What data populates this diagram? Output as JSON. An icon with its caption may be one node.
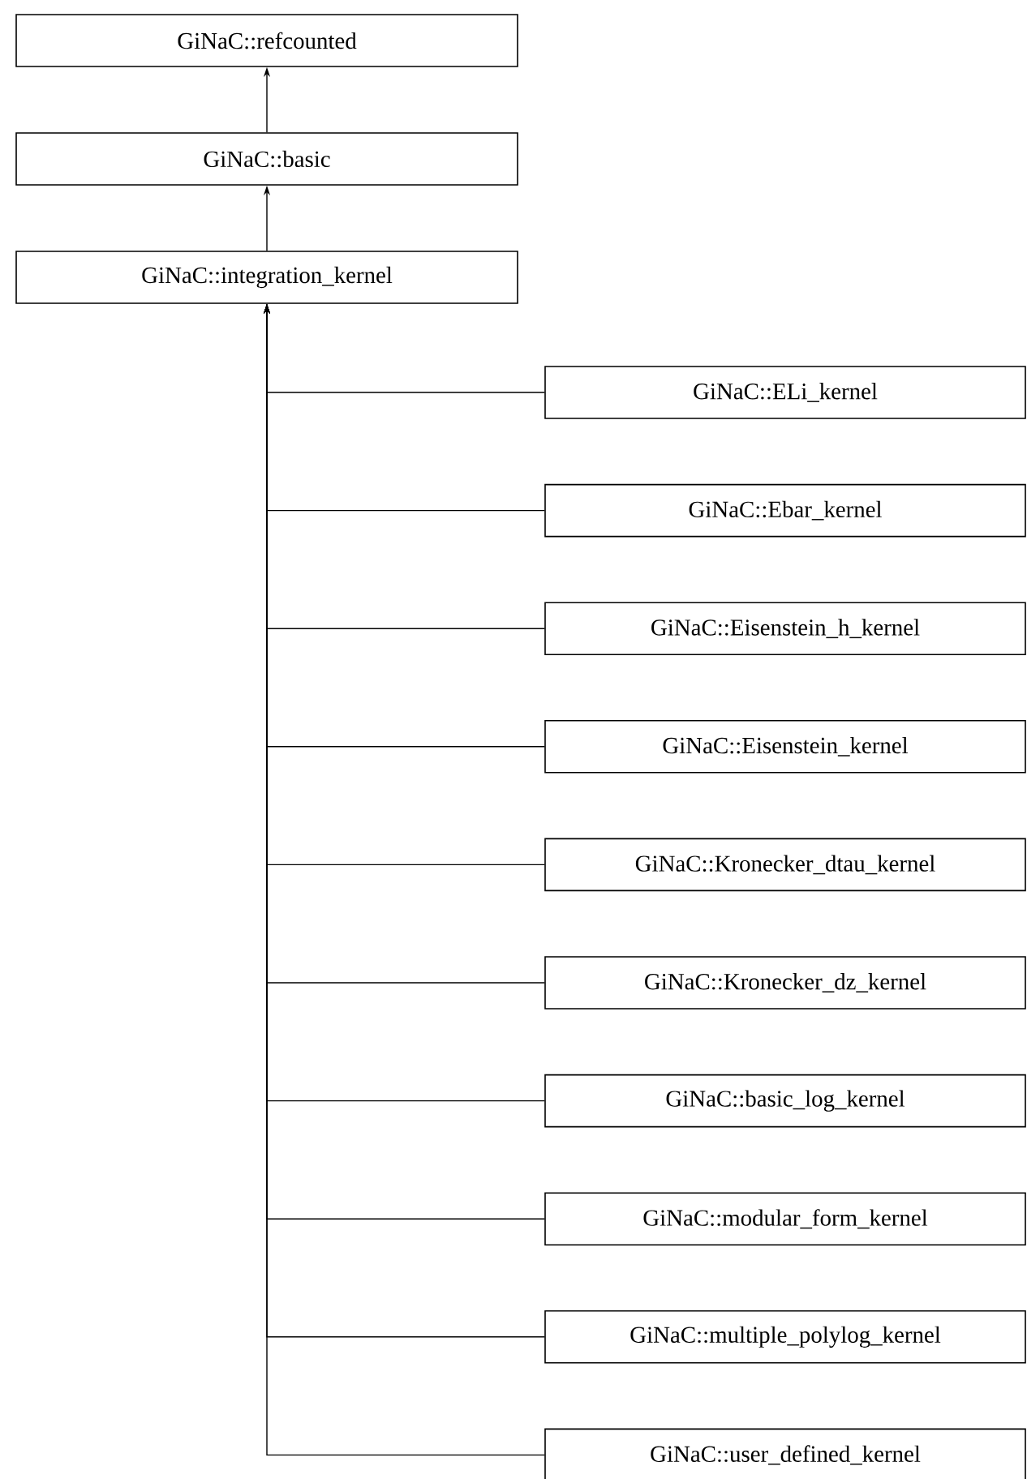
{
  "diagram": {
    "nodes": [
      {
        "text": [
          "GiNaC::refcounted"
        ]
      },
      {
        "text": [
          "GiNaC::basic"
        ]
      },
      {
        "text": [
          "GiNaC::integration_kernel"
        ]
      },
      {
        "text": [
          "GiNaC::ELi_kernel"
        ]
      },
      {
        "text": [
          "GiNaC::Ebar_kernel"
        ]
      },
      {
        "text": [
          "GiNaC::Eisenstein_h_kernel"
        ]
      },
      {
        "text": [
          "GiNaC::Eisenstein_kernel"
        ]
      },
      {
        "text": [
          "GiNaC::Kronecker_dtau_kernel"
        ]
      },
      {
        "text": [
          "GiNaC::Kronecker_dz_kernel"
        ]
      },
      {
        "text": [
          "GiNaC::basic_log_kernel"
        ]
      },
      {
        "text": [
          "GiNaC::modular_form_kernel"
        ]
      },
      {
        "text": [
          "GiNaC::multiple_polylog_kernel"
        ]
      },
      {
        "text": [
          "GiNaC::user_defined_kernel"
        ]
      }
    ],
    "edges": [
      {
        "from": 1,
        "to": 0,
        "arrow": "to"
      },
      {
        "from": 2,
        "to": 1,
        "arrow": "to"
      },
      {
        "from": 3,
        "to": 2,
        "arrow": "to"
      },
      {
        "from": 4,
        "to": 2,
        "arrow": "to"
      },
      {
        "from": 5,
        "to": 2,
        "arrow": "to"
      },
      {
        "from": 6,
        "to": 2,
        "arrow": "to"
      },
      {
        "from": 7,
        "to": 2,
        "arrow": "to"
      },
      {
        "from": 8,
        "to": 2,
        "arrow": "to"
      },
      {
        "from": 9,
        "to": 2,
        "arrow": "to"
      },
      {
        "from": 10,
        "to": 2,
        "arrow": "to"
      },
      {
        "from": 11,
        "to": 2,
        "arrow": "to"
      },
      {
        "from": 12,
        "to": 2,
        "arrow": "to"
      }
    ]
  }
}
